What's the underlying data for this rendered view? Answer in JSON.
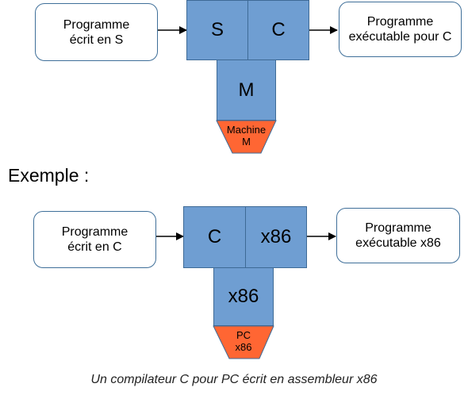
{
  "diagram1": {
    "input_box": "Programme\nécrit en S",
    "source_block": "S",
    "target_block": "C",
    "host_block": "M",
    "machine_label": "Machine\nM",
    "output_box": "Programme\nexécutable pour C"
  },
  "example_heading": "Exemple :",
  "diagram2": {
    "input_box": "Programme\nécrit en C",
    "source_block": "C",
    "target_block": "x86",
    "host_block": "x86",
    "machine_label": "PC\nx86",
    "output_box": "Programme\nexécutable x86"
  },
  "caption": "Un compilateur C pour PC écrit en assembleur x86",
  "colors": {
    "block_fill": "#6f9ed2",
    "block_border": "#3e6a96",
    "machine_fill": "#ff6633",
    "box_border": "#3f6f99"
  }
}
